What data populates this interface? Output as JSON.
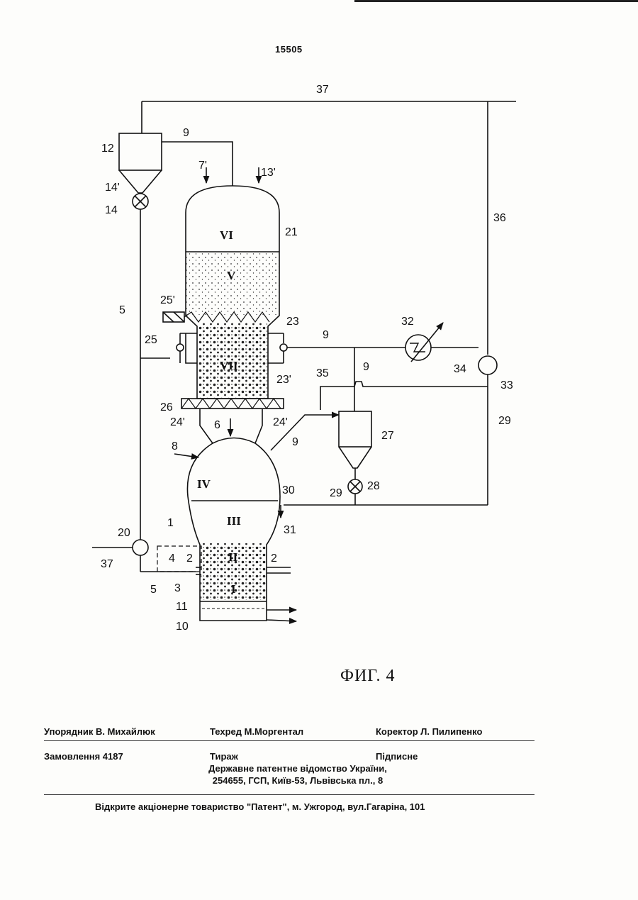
{
  "header": {
    "page_number": "15505"
  },
  "figure": {
    "caption": "ФИГ. 4",
    "labels": {
      "l37_top": "37",
      "l9_top": "9",
      "l12": "12",
      "l14p": "14'",
      "l14": "14",
      "l7p": "7'",
      "l13p": "13'",
      "l21": "21",
      "l36": "36",
      "l5_left": "5",
      "l25p": "25'",
      "l25": "25",
      "l23": "23",
      "l23p": "23'",
      "l9_mid": "9",
      "l32": "32",
      "l9_right": "9",
      "l34": "34",
      "l33": "33",
      "l35": "35",
      "l29_right": "29",
      "l27": "27",
      "l26": "26",
      "l24p_left": "24'",
      "l6": "6",
      "l24p_right": "24'",
      "l9_diag": "9",
      "l8": "8",
      "l28": "28",
      "l30": "30",
      "l29_bottom": "29",
      "l31": "31",
      "l1": "1",
      "l20": "20",
      "l37_bottom": "37",
      "l4": "4",
      "l2_left": "2",
      "l2_right": "2",
      "l3": "3",
      "l5_bottom": "5",
      "l11": "11",
      "l10": "10"
    },
    "zones": {
      "vi": "VI",
      "v": "V",
      "vii": "VII",
      "iv": "IV",
      "iii": "III",
      "ii": "II",
      "i": "I"
    }
  },
  "colophon": {
    "compiler": "Упорядник  В. Михайлюк",
    "techeditor": "Техред М.Моргентал",
    "corrector": "Коректор  Л. Пилипенко",
    "order": "Замовлення  4187",
    "circulation": "Тираж",
    "subscription": "Підписне",
    "office_line1": "Державне  патентне  відомство  України,",
    "office_line2": "254655, ГСП, Київ-53, Львівська пл., 8",
    "publisher": "Відкрите акціонерне товариство   \"Патент\", м. Ужгород, вул.Гагаріна, 101"
  }
}
